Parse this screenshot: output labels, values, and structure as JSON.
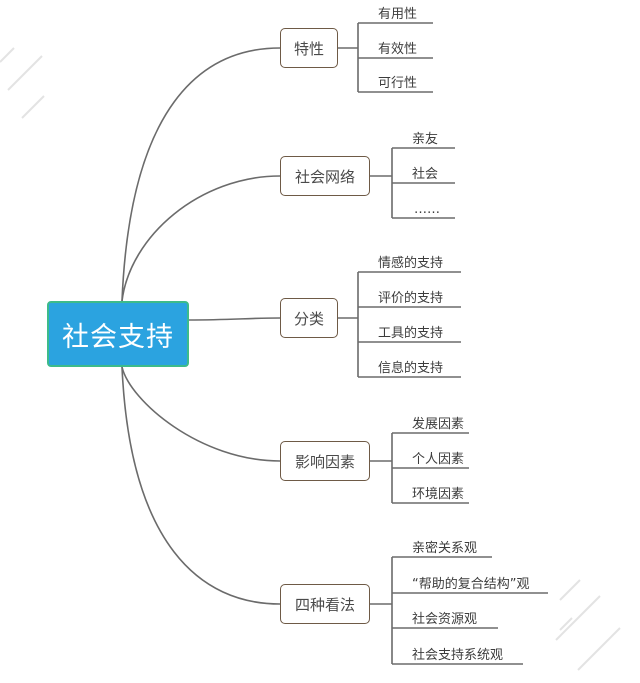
{
  "root": {
    "label": "社会支持"
  },
  "branches": [
    {
      "label": "特性",
      "children": [
        "有用性",
        "有效性",
        "可行性"
      ]
    },
    {
      "label": "社会网络",
      "children": [
        "亲友",
        "社会",
        "……"
      ]
    },
    {
      "label": "分类",
      "children": [
        "情感的支持",
        "评价的支持",
        "工具的支持",
        "信息的支持"
      ]
    },
    {
      "label": "影响因素",
      "children": [
        "发展因素",
        "个人因素",
        "环境因素"
      ]
    },
    {
      "label": "四种看法",
      "children": [
        "亲密关系观",
        "“帮助的复合结构”观",
        "社会资源观",
        "社会支持系统观"
      ]
    }
  ],
  "colors": {
    "root_fill": "#2ba3e0",
    "root_border": "#3dbb8a",
    "connector": "#6b6b6b",
    "node_border": "#6e5a46"
  }
}
